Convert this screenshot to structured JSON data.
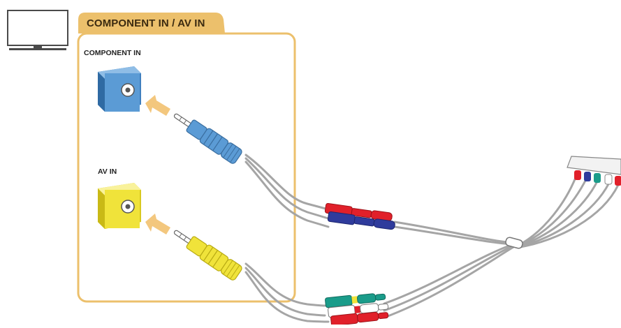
{
  "panel": {
    "title": "COMPONENT IN / AV IN",
    "accent_color": "#ecc06c"
  },
  "ports": [
    {
      "label": "COMPONENT IN",
      "color": "#5b9bd5",
      "icon": "component-in-jack-icon"
    },
    {
      "label": "AV IN",
      "color": "#f0e33a",
      "icon": "av-in-jack-icon"
    }
  ],
  "device_icon": "tv-icon",
  "cable_colors": {
    "component": [
      "#e1202a",
      "#2f3b9c",
      "#1a9c8a"
    ],
    "av": [
      "#1a9c8a",
      "#ffffff",
      "#e1202a"
    ],
    "wire": "#9a9a9a"
  }
}
